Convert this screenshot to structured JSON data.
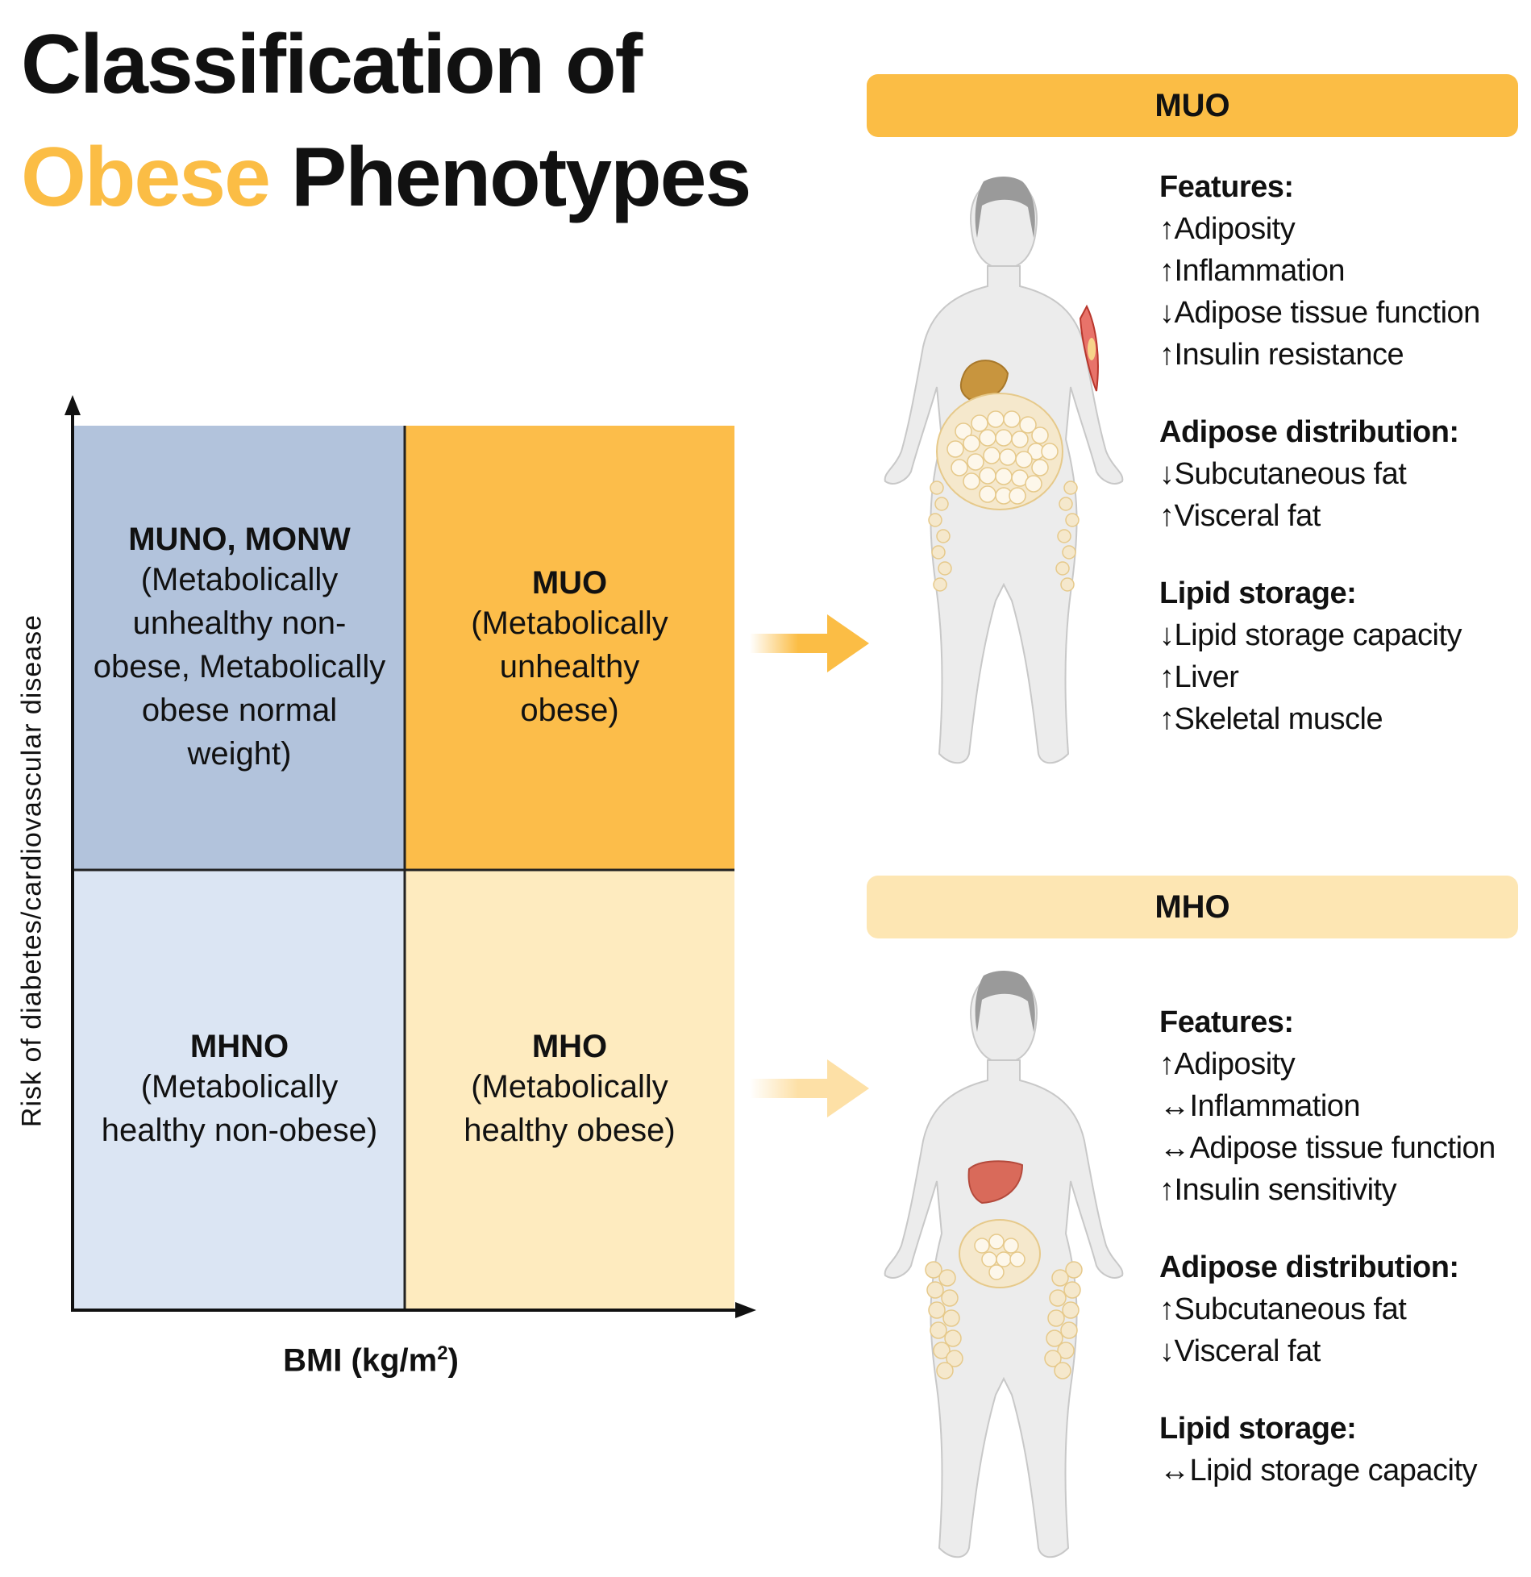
{
  "title": {
    "line1": "Classification of",
    "line2_accent": "Obese",
    "line2_rest": "Phenotypes"
  },
  "colors": {
    "accent": "#fbbd45",
    "muo_quadrant": "#fcbd4a",
    "mho_quadrant": "#feebbf",
    "muno_quadrant": "#b2c3dc",
    "mhno_quadrant": "#dbe5f3",
    "muo_bar": "#fbbd45",
    "mho_bar": "#fde6b3"
  },
  "axes": {
    "y_label": "Risk of diabetes/cardiovascular disease",
    "x_label": "BMI (kg/m",
    "x_label_sup": "2",
    "x_label_end": ")"
  },
  "quadrants": {
    "top_left": {
      "name": "MUNO, MONW",
      "description": "(Metabolically unhealthy non-obese, Metabolically obese normal weight)"
    },
    "top_right": {
      "name": "MUO",
      "description": "(Metabolically unhealthy obese)"
    },
    "bottom_left": {
      "name": "MHNO",
      "description": "(Metabolically healthy non-obese)"
    },
    "bottom_right": {
      "name": "MHO",
      "description": "(Metabolically healthy obese)"
    }
  },
  "muo": {
    "header": "MUO",
    "sections": [
      {
        "title": "Features:",
        "items": [
          "↑Adiposity",
          "↑Inflammation",
          "↓Adipose tissue function",
          "↑Insulin resistance"
        ]
      },
      {
        "title": "Adipose distribution:",
        "items": [
          "↓Subcutaneous fat",
          "↑Visceral fat"
        ]
      },
      {
        "title": "Lipid storage:",
        "items": [
          "↓Lipid storage capacity",
          "↑Liver",
          "↑Skeletal muscle"
        ]
      }
    ]
  },
  "mho": {
    "header": "MHO",
    "sections": [
      {
        "title": "Features:",
        "items": [
          "↑Adiposity",
          "↔Inflammation",
          "↔Adipose tissue function",
          "↑Insulin sensitivity"
        ]
      },
      {
        "title": "Adipose distribution:",
        "items": [
          "↑Subcutaneous fat",
          "↓Visceral fat"
        ]
      },
      {
        "title": "Lipid storage:",
        "items": [
          "↔Lipid storage capacity"
        ]
      }
    ]
  }
}
